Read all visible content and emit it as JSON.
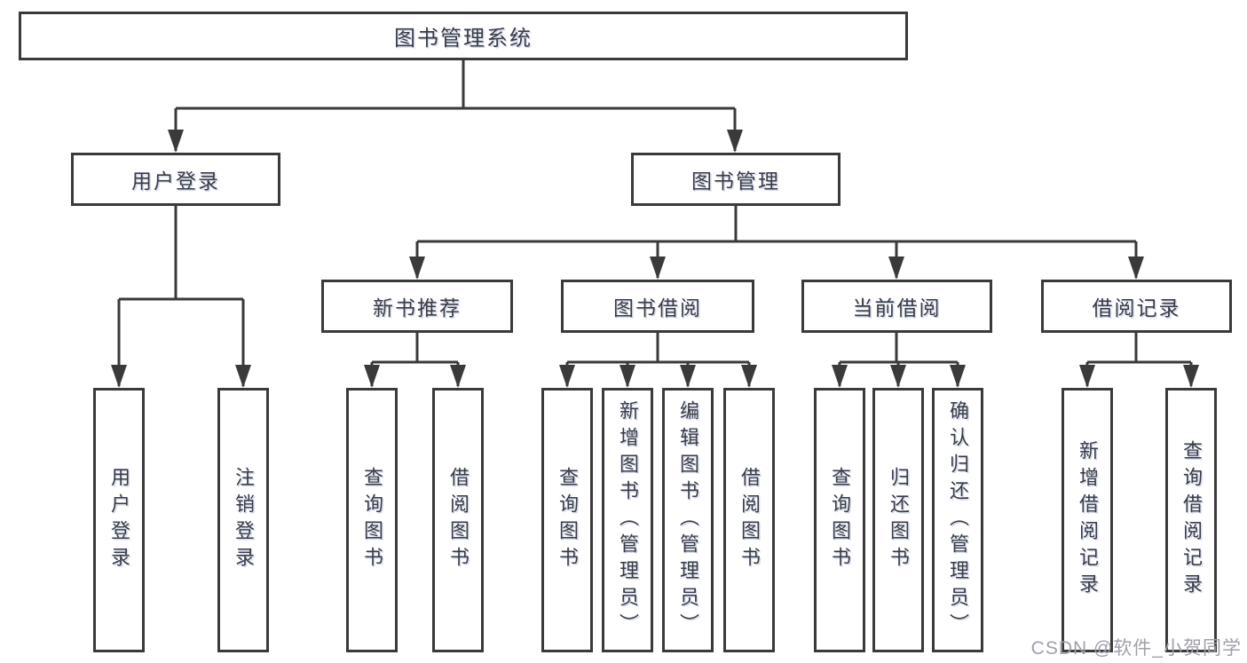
{
  "diagram_title": "图书管理系统",
  "nodes": {
    "root": {
      "label": "图书管理系统"
    },
    "level2": [
      {
        "label": "用户登录",
        "parent": "图书管理系统"
      },
      {
        "label": "图书管理",
        "parent": "图书管理系统"
      }
    ],
    "level3": [
      {
        "label": "新书推荐",
        "parent": "图书管理"
      },
      {
        "label": "图书借阅",
        "parent": "图书管理"
      },
      {
        "label": "当前借阅",
        "parent": "图书管理"
      },
      {
        "label": "借阅记录",
        "parent": "图书管理"
      }
    ],
    "leaves": [
      {
        "label": "用户登录",
        "parent": "用户登录"
      },
      {
        "label": "注销登录",
        "parent": "用户登录"
      },
      {
        "label": "查询图书",
        "parent": "新书推荐"
      },
      {
        "label": "借阅图书",
        "parent": "新书推荐"
      },
      {
        "label": "查询图书",
        "parent": "图书借阅"
      },
      {
        "label": "新增图书（管理员）",
        "parent": "图书借阅"
      },
      {
        "label": "编辑图书（管理员）",
        "parent": "图书借阅"
      },
      {
        "label": "借阅图书",
        "parent": "图书借阅"
      },
      {
        "label": "查询图书",
        "parent": "当前借阅"
      },
      {
        "label": "归还图书",
        "parent": "当前借阅"
      },
      {
        "label": "确认归还（管理员）",
        "parent": "当前借阅"
      },
      {
        "label": "新增借阅记录",
        "parent": "借阅记录"
      },
      {
        "label": "查询借阅记录",
        "parent": "借阅记录"
      }
    ]
  },
  "watermark": "CSDN @软件_小贺同学",
  "colors": {
    "line": "#3a3a3a",
    "text": "#3c3c40",
    "box_background": "#ffffff",
    "watermark": "#9fa0ab"
  }
}
